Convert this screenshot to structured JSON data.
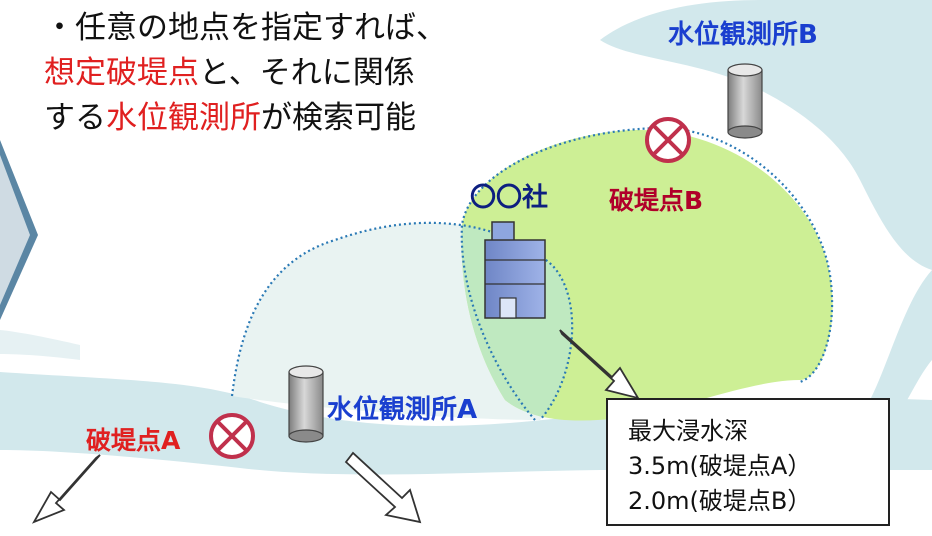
{
  "description": {
    "line1": "・任意の地点を指定すれば、",
    "line2_red": "想定破堤点",
    "line2_rest": "と、それに関係",
    "line3_pre": "する",
    "line3_red": "水位観測所",
    "line3_post": "が検索可能"
  },
  "labels": {
    "station_b": "水位観測所B",
    "station_a": "水位観測所A",
    "breach_b": "破堤点B",
    "breach_a": "破堤点A",
    "company": "〇〇社"
  },
  "info_box": {
    "title": "最大浸水深",
    "line_a": "3.5m(破堤点A）",
    "line_b": "2.0m(破堤点B）"
  },
  "colors": {
    "river": "#d2e8ec",
    "zone_b_fill": "#cdef95",
    "zone_a_fill": "#e9f3f2",
    "overlap_fill": "#bfe9c0",
    "dotted_line": "#2a79b5",
    "red_text": "#e02020",
    "blue_text": "#1a3fcf",
    "navy_text": "#0d1f80",
    "marker": "#c0304c"
  },
  "icons": [
    "breach-marker-icon",
    "gauge-cylinder-icon",
    "building-icon",
    "arrow-icon"
  ]
}
